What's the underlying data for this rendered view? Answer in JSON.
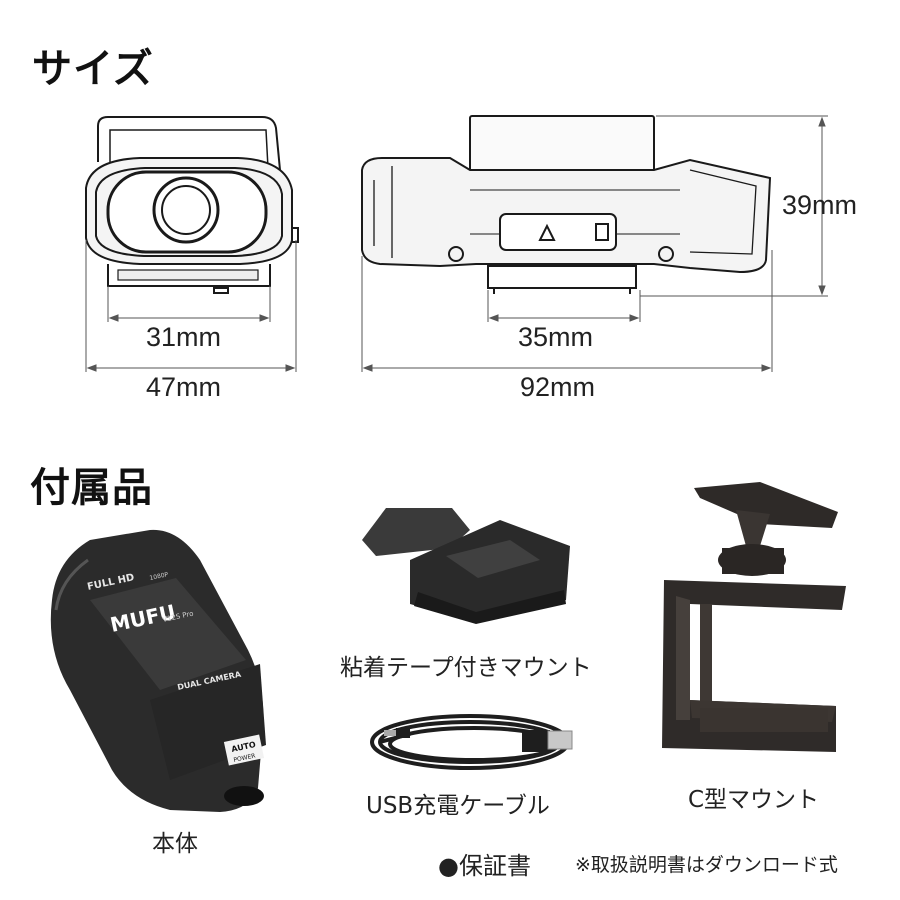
{
  "sections": {
    "size_heading": "サイズ",
    "accessories_heading": "付属品"
  },
  "dimensions": {
    "front_inner": "31mm",
    "front_outer": "47mm",
    "side_mount": "35mm",
    "side_length": "92mm",
    "side_height": "39mm"
  },
  "accessories": {
    "adhesive_mount": "粘着テープ付きマウント",
    "usb_cable": "USB充電ケーブル",
    "c_mount": "C型マウント",
    "body": "本体",
    "warranty": "●保証書",
    "note": "※取扱説明書はダウンロード式"
  },
  "camera_labels": {
    "brand": "MUFU",
    "model": "V12S Pro",
    "resolution": "FULL HD",
    "resolution_sub": "1080P",
    "dual": "DUAL CAMERA",
    "auto": "AUTO",
    "power": "POWER"
  }
}
